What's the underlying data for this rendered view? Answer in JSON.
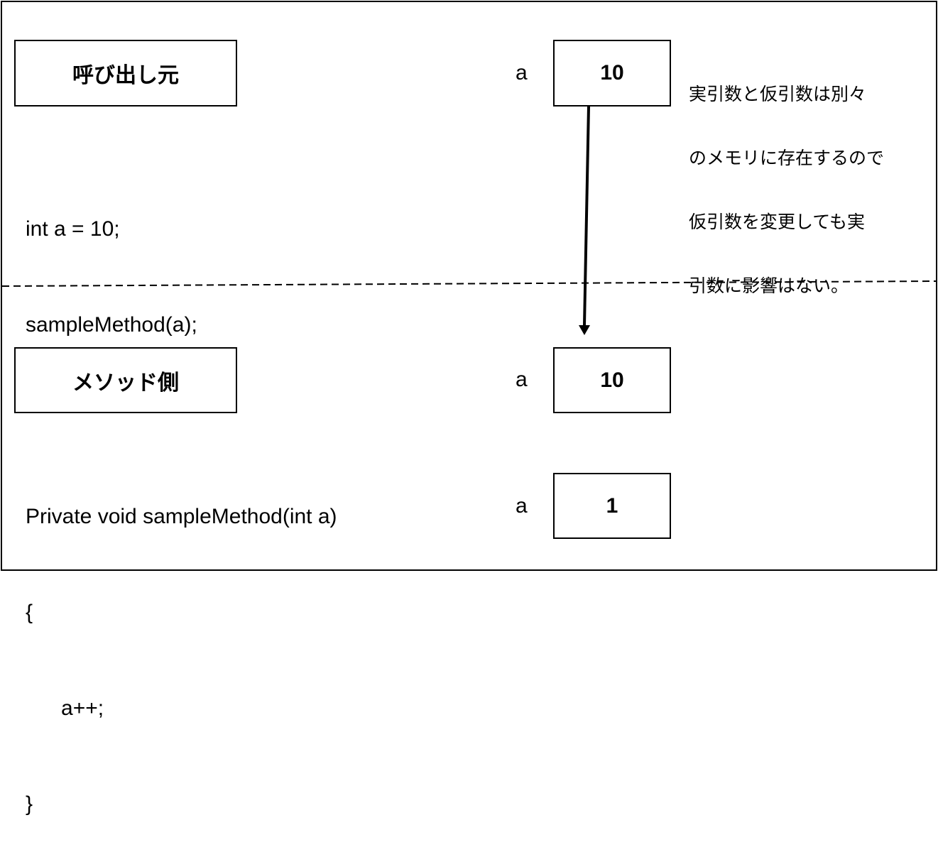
{
  "caller": {
    "title": "呼び出し元",
    "code_lines": [
      "int a = 10;",
      "sampleMethod(a);"
    ],
    "var_name": "a",
    "var_value": "10"
  },
  "method": {
    "title": "メソッド側",
    "code_lines": [
      "Private void sampleMethod(int a)",
      "{",
      "      a++;",
      "}"
    ],
    "var_name_1": "a",
    "var_value_1": "10",
    "var_name_2": "a",
    "var_value_2": "1"
  },
  "note": {
    "lines": [
      "実引数と仮引数は別々",
      "のメモリに存在するので",
      "仮引数を変更しても実",
      "引数に影響はない。"
    ]
  }
}
